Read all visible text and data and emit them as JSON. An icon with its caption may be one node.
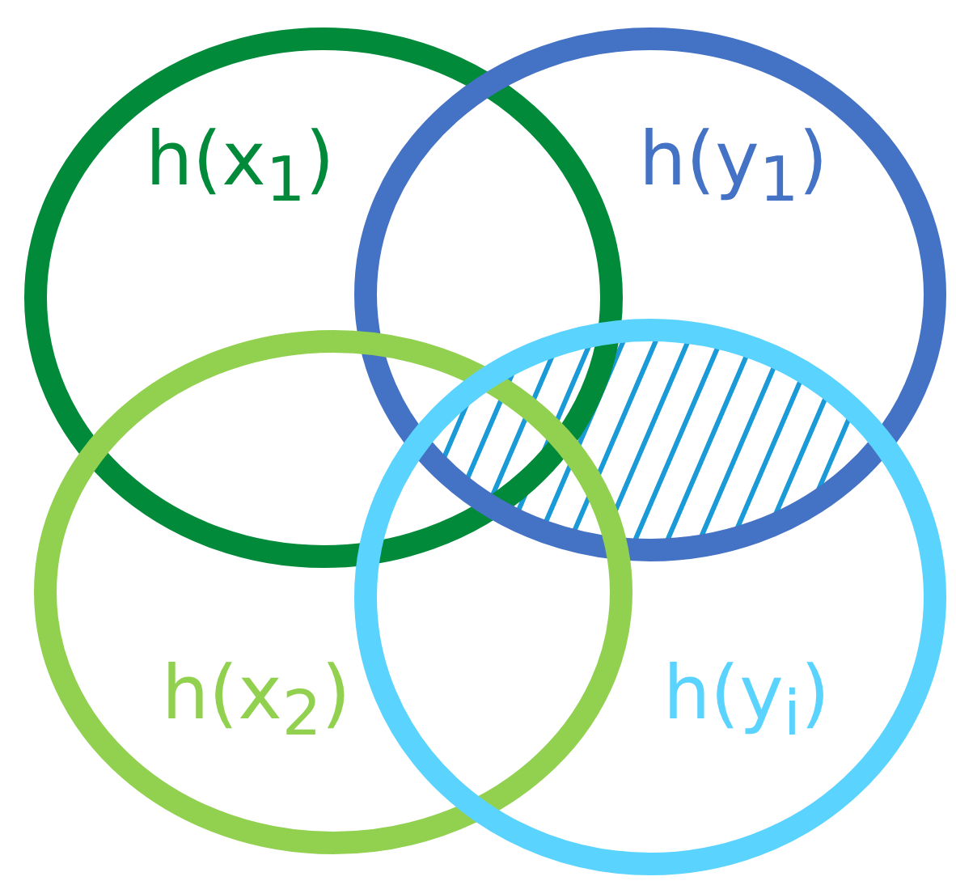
{
  "diagram": {
    "nodes": [
      {
        "text": [
          "h(x$_{1}$)"
        ]
      },
      {
        "text": [
          "h(y$_{1}$)"
        ]
      },
      {
        "text": [
          "h(x$_{2}$)"
        ]
      },
      {
        "text": [
          "h(y$_{i}$)"
        ]
      }
    ]
  }
}
